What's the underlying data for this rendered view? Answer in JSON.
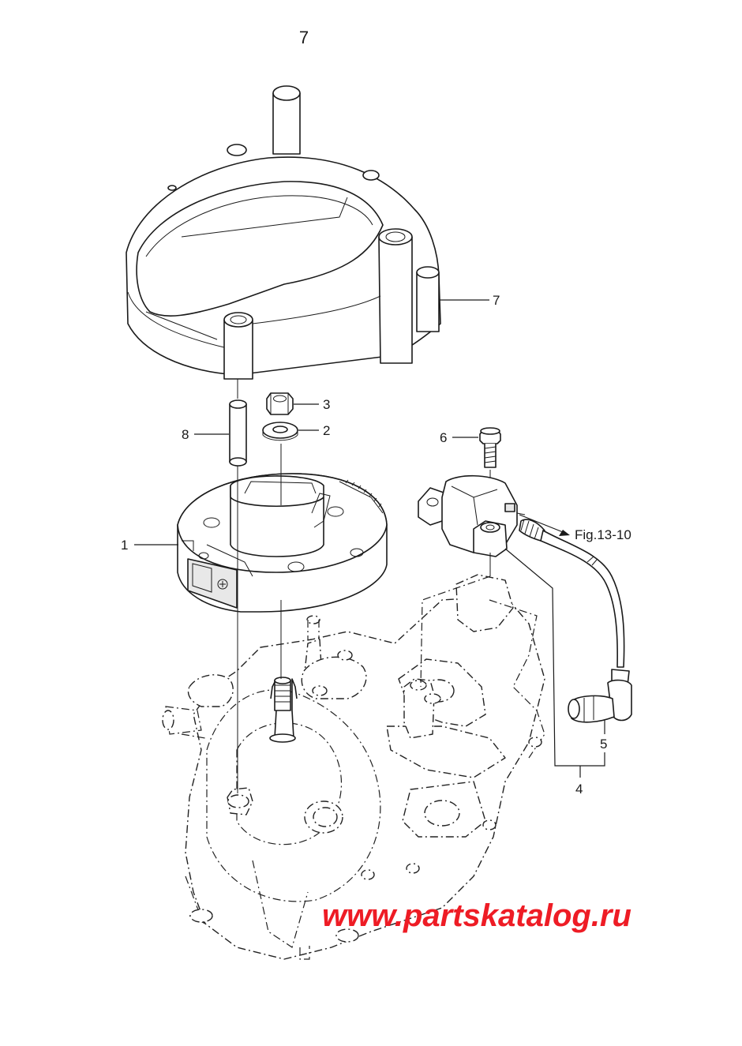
{
  "figure": {
    "page_number": "7",
    "watermark": "www.partskatalog.ru",
    "reference": "Fig.13-10"
  },
  "callouts": [
    {
      "id": "c1",
      "text": "1"
    },
    {
      "id": "c2",
      "text": "2"
    },
    {
      "id": "c3",
      "text": "3"
    },
    {
      "id": "c4",
      "text": "4"
    },
    {
      "id": "c5",
      "text": "5"
    },
    {
      "id": "c6",
      "text": "6"
    },
    {
      "id": "c7",
      "text": "7"
    },
    {
      "id": "c8",
      "text": "8"
    }
  ],
  "colors": {
    "ink": "#1a1a1a",
    "watermark": "#ee1c25",
    "background": "#ffffff"
  }
}
